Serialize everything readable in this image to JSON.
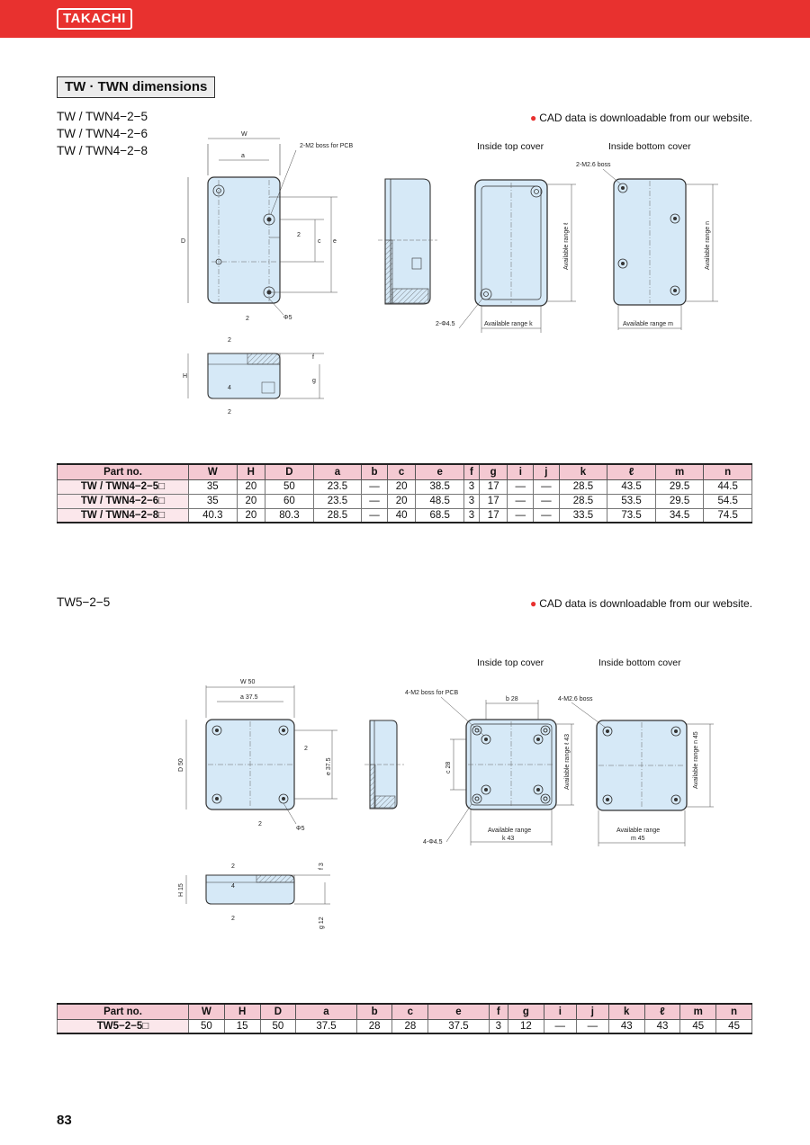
{
  "header": {
    "brand": "TAKACHI",
    "brand_color": "#e8312f"
  },
  "section": {
    "title": "TW · TWN dimensions"
  },
  "block1": {
    "models": [
      "TW / TWN4−2−5",
      "TW / TWN4−2−6",
      "TW / TWN4−2−8"
    ],
    "cad_note": "CAD data is downloadable from our website.",
    "labels": {
      "inside_top": "Inside top cover",
      "inside_bottom": "Inside bottom cover",
      "boss_pcb": "2-M2 boss for PCB",
      "boss_bottom": "2-M2.6 boss",
      "phi45": "2-Φ4.5",
      "phi5": "Φ5",
      "range_k": "Available range k",
      "range_m": "Available range m",
      "range_l": "Available range ℓ",
      "range_n": "Available range n",
      "W": "W",
      "a": "a",
      "D": "D",
      "c": "c",
      "e": "e",
      "two": "2",
      "four": "4",
      "H": "H",
      "f": "f",
      "g": "g"
    },
    "table": {
      "headers": [
        "Part no.",
        "W",
        "H",
        "D",
        "a",
        "b",
        "c",
        "e",
        "f",
        "g",
        "i",
        "j",
        "k",
        "ℓ",
        "m",
        "n"
      ],
      "rows": [
        [
          "TW / TWN4−2−5□",
          "35",
          "20",
          "50",
          "23.5",
          "—",
          "20",
          "38.5",
          "3",
          "17",
          "—",
          "—",
          "28.5",
          "43.5",
          "29.5",
          "44.5"
        ],
        [
          "TW / TWN4−2−6□",
          "35",
          "20",
          "60",
          "23.5",
          "—",
          "20",
          "48.5",
          "3",
          "17",
          "—",
          "—",
          "28.5",
          "53.5",
          "29.5",
          "54.5"
        ],
        [
          "TW / TWN4−2−8□",
          "40.3",
          "20",
          "80.3",
          "28.5",
          "—",
          "40",
          "68.5",
          "3",
          "17",
          "—",
          "—",
          "33.5",
          "73.5",
          "34.5",
          "74.5"
        ]
      ]
    }
  },
  "block2": {
    "models": [
      "TW5−2−5"
    ],
    "cad_note": "CAD data is downloadable from our website.",
    "labels": {
      "inside_top": "Inside top cover",
      "inside_bottom": "Inside bottom cover",
      "boss_pcb": "4-M2 boss for PCB",
      "boss_bottom": "4-M2.6 boss",
      "phi45": "4-Φ4.5",
      "phi5": "Φ5",
      "W": "W 50",
      "a": "a 37.5",
      "D": "D 50",
      "e": "e 37.5",
      "b": "b 28",
      "c": "c 28",
      "l": "Available range ℓ 43",
      "n": "Available range n 45",
      "k1": "Available range",
      "k2": "k 43",
      "m1": "Available range",
      "m2": "m 45",
      "H": "H 15",
      "f": "f 3",
      "g": "g 12",
      "two": "2",
      "four": "4"
    },
    "table": {
      "headers": [
        "Part no.",
        "W",
        "H",
        "D",
        "a",
        "b",
        "c",
        "e",
        "f",
        "g",
        "i",
        "j",
        "k",
        "ℓ",
        "m",
        "n"
      ],
      "rows": [
        [
          "TW5−2−5□",
          "50",
          "15",
          "50",
          "37.5",
          "28",
          "28",
          "37.5",
          "3",
          "12",
          "—",
          "—",
          "43",
          "43",
          "45",
          "45"
        ]
      ]
    }
  },
  "footer": {
    "page": "83"
  },
  "colors": {
    "box_fill": "#d6e9f7",
    "table_header": "#f4c9d2",
    "part_cell": "#fbe7eb"
  }
}
